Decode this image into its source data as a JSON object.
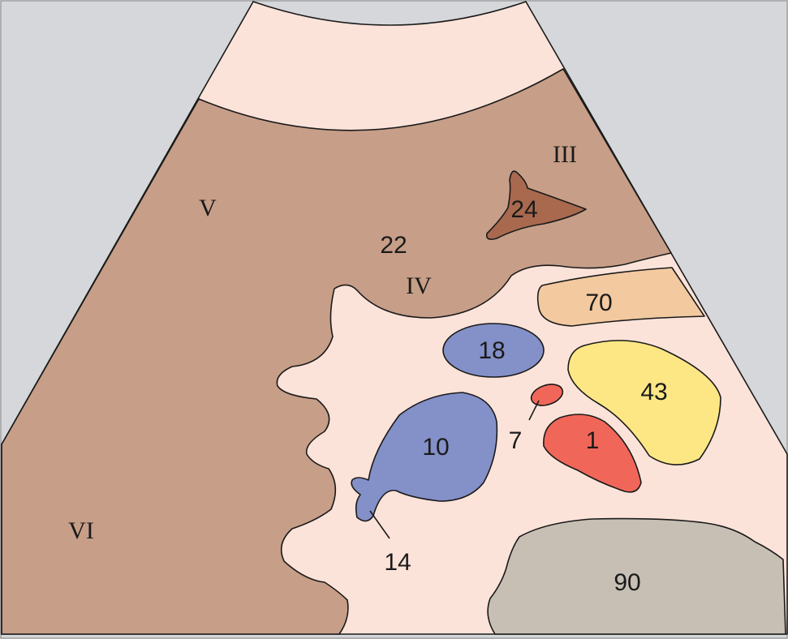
{
  "colors": {
    "background": "#d5d7da",
    "near_field": "#fce3d9",
    "liver": "#c79e88",
    "region_24": "#a9694f",
    "region_70": "#f3c9a0",
    "vessel_blue": "#8490c8",
    "vessel_red": "#f0675a",
    "region_43": "#fde785",
    "region_90": "#c7bfb4"
  },
  "segments": {
    "III": "III",
    "IV": "IV",
    "V": "V",
    "VI": "VI"
  },
  "labels": {
    "l1": "1",
    "l7": "7",
    "l10": "10",
    "l14": "14",
    "l18": "18",
    "l22": "22",
    "l24": "24",
    "l43": "43",
    "l70": "70",
    "l90": "90"
  }
}
